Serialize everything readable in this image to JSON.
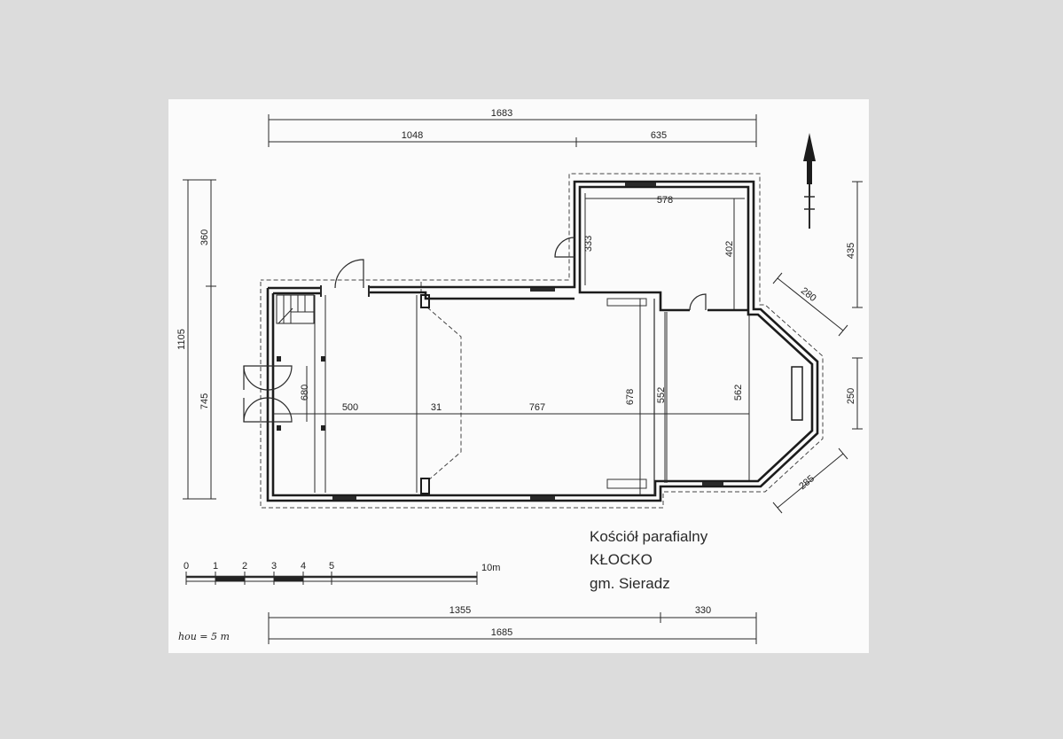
{
  "title": {
    "line1": "Kościół parafialny",
    "line2": "KŁOCKO",
    "line3": "gm. Sieradz"
  },
  "dimensions": {
    "top_total": "1683",
    "top_left": "1048",
    "top_right": "635",
    "bottom_left": "1355",
    "bottom_right": "330",
    "bottom_total": "1685",
    "left_total": "1105",
    "left_upper": "360",
    "left_lower": "745",
    "right_upper": "435",
    "right_middle": "250",
    "diag_upper": "280",
    "diag_lower": "285",
    "entrance_width": "680",
    "porch_length": "500",
    "arch_thickness": "31",
    "nave_length": "767",
    "nave_width": "678",
    "chancel_arch": "552",
    "chancel_width": "562",
    "sacristy_length": "578",
    "sacristy_width": "402",
    "sacristy_door": "333"
  },
  "scale": {
    "ticks": [
      "0",
      "1",
      "2",
      "3",
      "4",
      "5"
    ],
    "end": "10m"
  },
  "note": "hou = 5 m",
  "icons": {
    "north": "north-arrow-icon"
  }
}
